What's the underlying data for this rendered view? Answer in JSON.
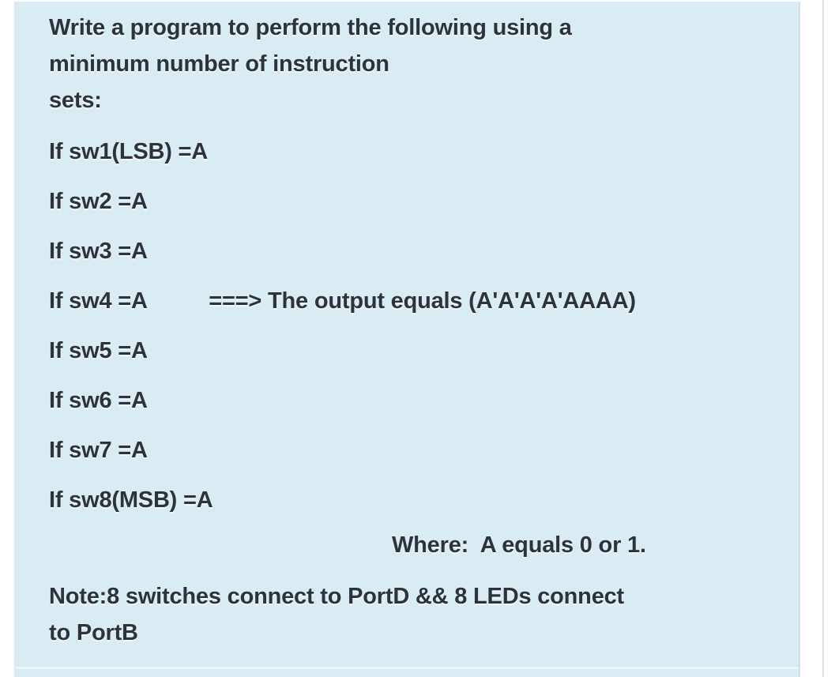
{
  "page": {
    "background": "#ffffff",
    "divider_color": "#dedede"
  },
  "card": {
    "background": "#d9ebf3",
    "border_color": "#c9e1eb",
    "text_color": "#2d3439",
    "intro_lines": [
      "Write a program to perform the following using a",
      "minimum number of instruction",
      "sets:"
    ],
    "conditions": [
      "If sw1(LSB) =A",
      "If sw2 =A",
      "If sw3 =A",
      "If sw4 =A          ===> The output equals (A'A'A'A'AAAA)",
      "If sw5 =A",
      "If sw6 =A",
      "If sw7 =A",
      "If sw8(MSB) =A"
    ],
    "where_line": "Where:  A equals 0 or 1.",
    "note_lines": [
      "Note:8 switches connect to PortD && 8 LEDs connect",
      "to PortB"
    ]
  }
}
